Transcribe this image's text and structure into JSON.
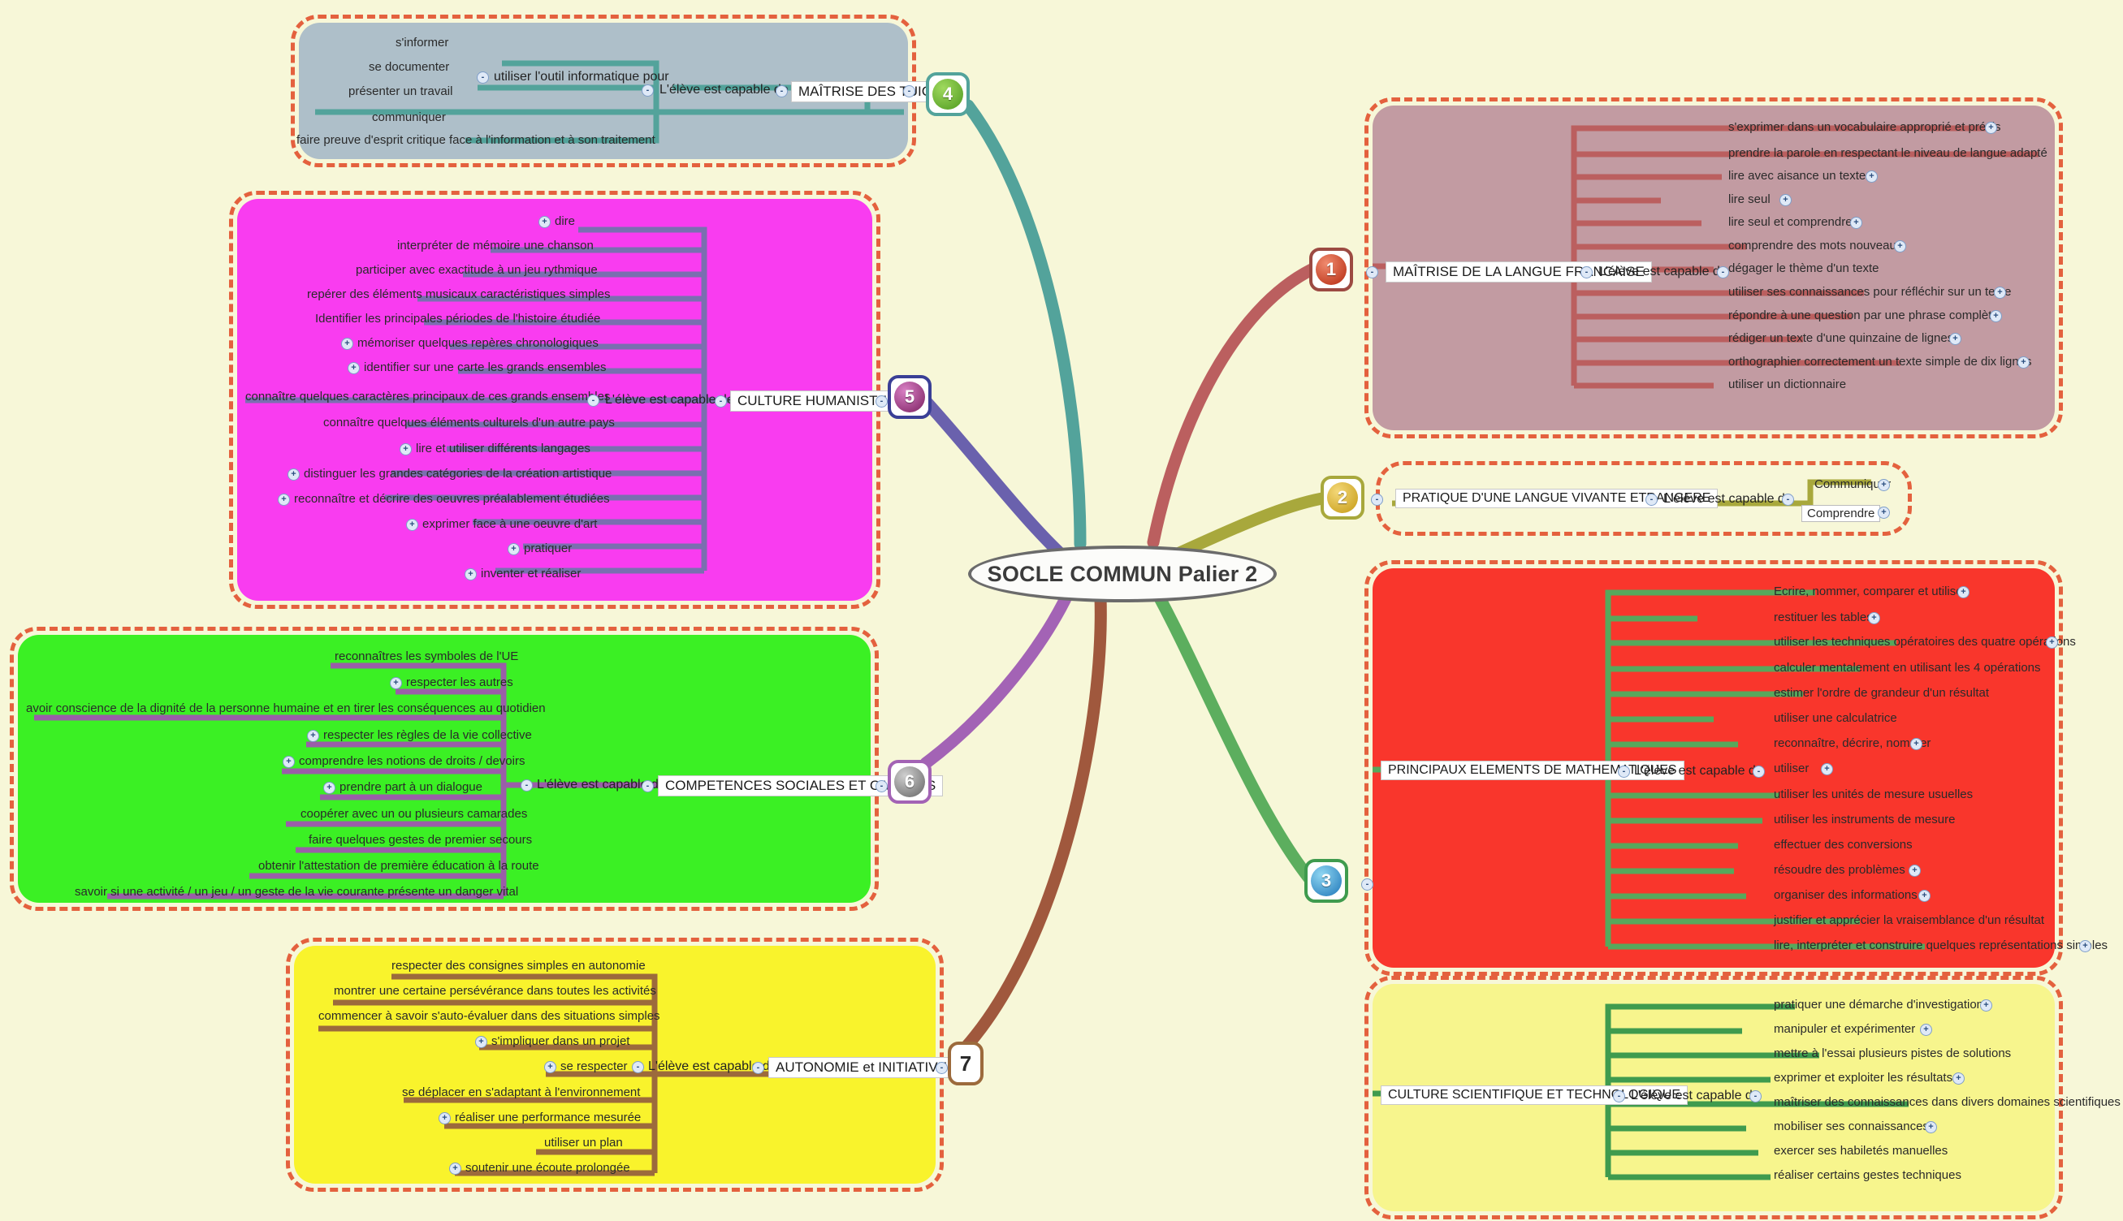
{
  "center": {
    "label": "SOCLE COMMUN Palier 2"
  },
  "common": {
    "capable_label": "L'élève est capable de",
    "expand": "+",
    "collapse": "-"
  },
  "colors": {
    "background": "#f7f7d8",
    "tuic_fill": "#aebfc9",
    "tuic_line": "#53a39b",
    "langue_fill": "#c29ba2",
    "langue_line": "#bb5f5f",
    "humaniste_fill": "#f93cf0",
    "humaniste_line": "#7a6fb0",
    "lve_fill": "#f7f7d8",
    "lve_line": "#a8a83c",
    "maths_fill": "#f9362c",
    "maths_line": "#57a85c",
    "sociales_fill": "#3bf024",
    "sociales_line": "#9a5ea8",
    "autonomie_fill": "#f9f32c",
    "autonomie_line": "#9c6a3c",
    "sciences_fill": "#f7f58d",
    "sciences_line": "#3f9b4e",
    "scallop": "#e4613e",
    "badge1": "#d0402a",
    "badge2": "#d8b128",
    "badge3": "#3aa5dc",
    "badge4": "#62b52b",
    "badge5": "#9c2f7a",
    "badge6": "#8b8b8b",
    "badge7_text": "#2b2b2b"
  },
  "branches": [
    {
      "id": "tuic",
      "badge": "4",
      "title": "MAÎTRISE DES TUIC",
      "sub": "utiliser l'outil informatique pour",
      "leaves": [
        {
          "t": "s'informer",
          "tog": null
        },
        {
          "t": "se documenter",
          "tog": null
        },
        {
          "t": "présenter un travail",
          "tog": null
        },
        {
          "t": "communiquer",
          "tog": null
        },
        {
          "t": "faire preuve d'esprit critique face à l'information et à son traitement",
          "tog": null
        }
      ]
    },
    {
      "id": "langue",
      "badge": "1",
      "title": "MAÎTRISE DE LA LANGUE FRANCAISE",
      "leaves": [
        {
          "t": "s'exprimer dans un vocabulaire approprié et précis",
          "tog": "+"
        },
        {
          "t": "prendre la parole en respectant le niveau de langue adapté",
          "tog": null
        },
        {
          "t": "lire avec aisance un texte",
          "tog": "+"
        },
        {
          "t": "lire seul",
          "tog": "+"
        },
        {
          "t": "lire seul et comprendre",
          "tog": "+"
        },
        {
          "t": "comprendre des mots nouveaux",
          "tog": "+"
        },
        {
          "t": "dégager le thème d'un texte",
          "tog": null
        },
        {
          "t": "utiliser ses connaissances pour réfléchir sur un texte",
          "tog": "+"
        },
        {
          "t": "répondre à une question par une phrase complète",
          "tog": "+"
        },
        {
          "t": "rédiger un texte d'une quinzaine de lignes",
          "tog": "+"
        },
        {
          "t": "orthographier correctement un texte simple de dix lignes",
          "tog": "+"
        },
        {
          "t": "utiliser un dictionnaire",
          "tog": null
        }
      ]
    },
    {
      "id": "humaniste",
      "badge": "5",
      "title": "CULTURE HUMANISTE",
      "leaves": [
        {
          "t": "dire",
          "tog": "+"
        },
        {
          "t": "interpréter de mémoire une chanson",
          "tog": null
        },
        {
          "t": "participer avec exactitude à un jeu rythmique",
          "tog": null
        },
        {
          "t": "repérer des éléments musicaux caractéristiques simples",
          "tog": null
        },
        {
          "t": "Identifier les principales périodes de l'histoire étudiée",
          "tog": null
        },
        {
          "t": "mémoriser quelques repères chronologiques",
          "tog": "+"
        },
        {
          "t": "identifier sur une carte les grands ensembles",
          "tog": "+"
        },
        {
          "t": "connaître quelques caractères principaux de ces grands ensembles",
          "tog": null
        },
        {
          "t": "connaître quelques éléments culturels d'un autre pays",
          "tog": null
        },
        {
          "t": "lire et utiliser différents langages",
          "tog": "+"
        },
        {
          "t": "distinguer les grandes catégories de la création artistique",
          "tog": "+"
        },
        {
          "t": "reconnaître et décrire des oeuvres préalablement étudiées",
          "tog": "+"
        },
        {
          "t": "exprimer face à une oeuvre d'art",
          "tog": "+"
        },
        {
          "t": "pratiquer",
          "tog": "+"
        },
        {
          "t": "inventer et réaliser",
          "tog": "+"
        }
      ]
    },
    {
      "id": "lve",
      "badge": "2",
      "title": "PRATIQUE D'UNE LANGUE VIVANTE ETRANGERE",
      "leaves": [
        {
          "t": "Communiquer",
          "tog": "+"
        },
        {
          "t": "Comprendre",
          "tog": "+"
        }
      ]
    },
    {
      "id": "maths",
      "badge": "3",
      "title": "PRINCIPAUX ELEMENTS DE MATHEMATIQUES",
      "leaves": [
        {
          "t": "Ecrire, nommer, comparer et utiliser",
          "tog": "+"
        },
        {
          "t": "restituer les tables",
          "tog": "+"
        },
        {
          "t": "utiliser les techniques opératoires des quatre opérations",
          "tog": "+"
        },
        {
          "t": "calculer mentalement en utilisant les 4 opérations",
          "tog": null
        },
        {
          "t": "estimer l'ordre de grandeur d'un résultat",
          "tog": null
        },
        {
          "t": "utiliser une calculatrice",
          "tog": null
        },
        {
          "t": "reconnaître, décrire, nommer",
          "tog": "+"
        },
        {
          "t": "utiliser",
          "tog": "+"
        },
        {
          "t": "utiliser les unités de mesure usuelles",
          "tog": null
        },
        {
          "t": "utiliser les instruments de mesure",
          "tog": null
        },
        {
          "t": "effectuer des conversions",
          "tog": null
        },
        {
          "t": "résoudre des problèmes",
          "tog": "+"
        },
        {
          "t": "organiser des informations",
          "tog": "+"
        },
        {
          "t": "justifier et apprécier la vraisemblance d'un résultat",
          "tog": null
        },
        {
          "t": "lire, interpréter et construire quelques représentations simples",
          "tog": "+"
        }
      ]
    },
    {
      "id": "sociales",
      "badge": "6",
      "title": "COMPETENCES SOCIALES ET CIVIQUES",
      "leaves": [
        {
          "t": "reconnaîtres les symboles de l'UE",
          "tog": null
        },
        {
          "t": "respecter les autres",
          "tog": "+"
        },
        {
          "t": "avoir conscience de la dignité de la personne humaine et en tirer les conséquences au quotidien",
          "tog": null
        },
        {
          "t": "respecter les règles de la vie collective",
          "tog": "+"
        },
        {
          "t": "comprendre les notions de droits / devoirs",
          "tog": "+"
        },
        {
          "t": "prendre part à un dialogue",
          "tog": "+"
        },
        {
          "t": "coopérer avec un ou plusieurs camarades",
          "tog": null
        },
        {
          "t": "faire quelques gestes de premier secours",
          "tog": null
        },
        {
          "t": "obtenir l'attestation de première éducation à la route",
          "tog": null
        },
        {
          "t": "savoir si une activité / un jeu / un geste de la vie courante présente un danger vital",
          "tog": null
        }
      ]
    },
    {
      "id": "autonomie",
      "badge": "7",
      "title": "AUTONOMIE et INITIATIVE",
      "leaves": [
        {
          "t": "respecter des consignes simples en autonomie",
          "tog": null
        },
        {
          "t": "montrer une certaine persévérance dans toutes les activités",
          "tog": null
        },
        {
          "t": "commencer à savoir s'auto-évaluer dans des situations simples",
          "tog": null
        },
        {
          "t": "s'impliquer dans un projet",
          "tog": "+"
        },
        {
          "t": "se respecter",
          "tog": "+"
        },
        {
          "t": "se déplacer en s'adaptant à l'environnement",
          "tog": null
        },
        {
          "t": "réaliser une performance mesurée",
          "tog": "+"
        },
        {
          "t": "utiliser un plan",
          "tog": null
        },
        {
          "t": "soutenir une écoute prolongée",
          "tog": "+"
        }
      ]
    },
    {
      "id": "sciences",
      "badge": "3",
      "title": "CULTURE SCIENTIFIQUE ET TECHNOLOGIQUE",
      "leaves": [
        {
          "t": "pratiquer une démarche d'investigation",
          "tog": "+"
        },
        {
          "t": "manipuler et expérimenter",
          "tog": "+"
        },
        {
          "t": "mettre à l'essai plusieurs pistes de solutions",
          "tog": null
        },
        {
          "t": "exprimer et exploiter les résultats",
          "tog": "+"
        },
        {
          "t": "maîtriser des connaissances dans divers domaines scientifiques",
          "tog": null
        },
        {
          "t": "mobiliser ses connaissances",
          "tog": "+"
        },
        {
          "t": "exercer ses habiletés manuelles",
          "tog": null
        },
        {
          "t": "réaliser certains gestes techniques",
          "tog": null
        }
      ]
    }
  ]
}
